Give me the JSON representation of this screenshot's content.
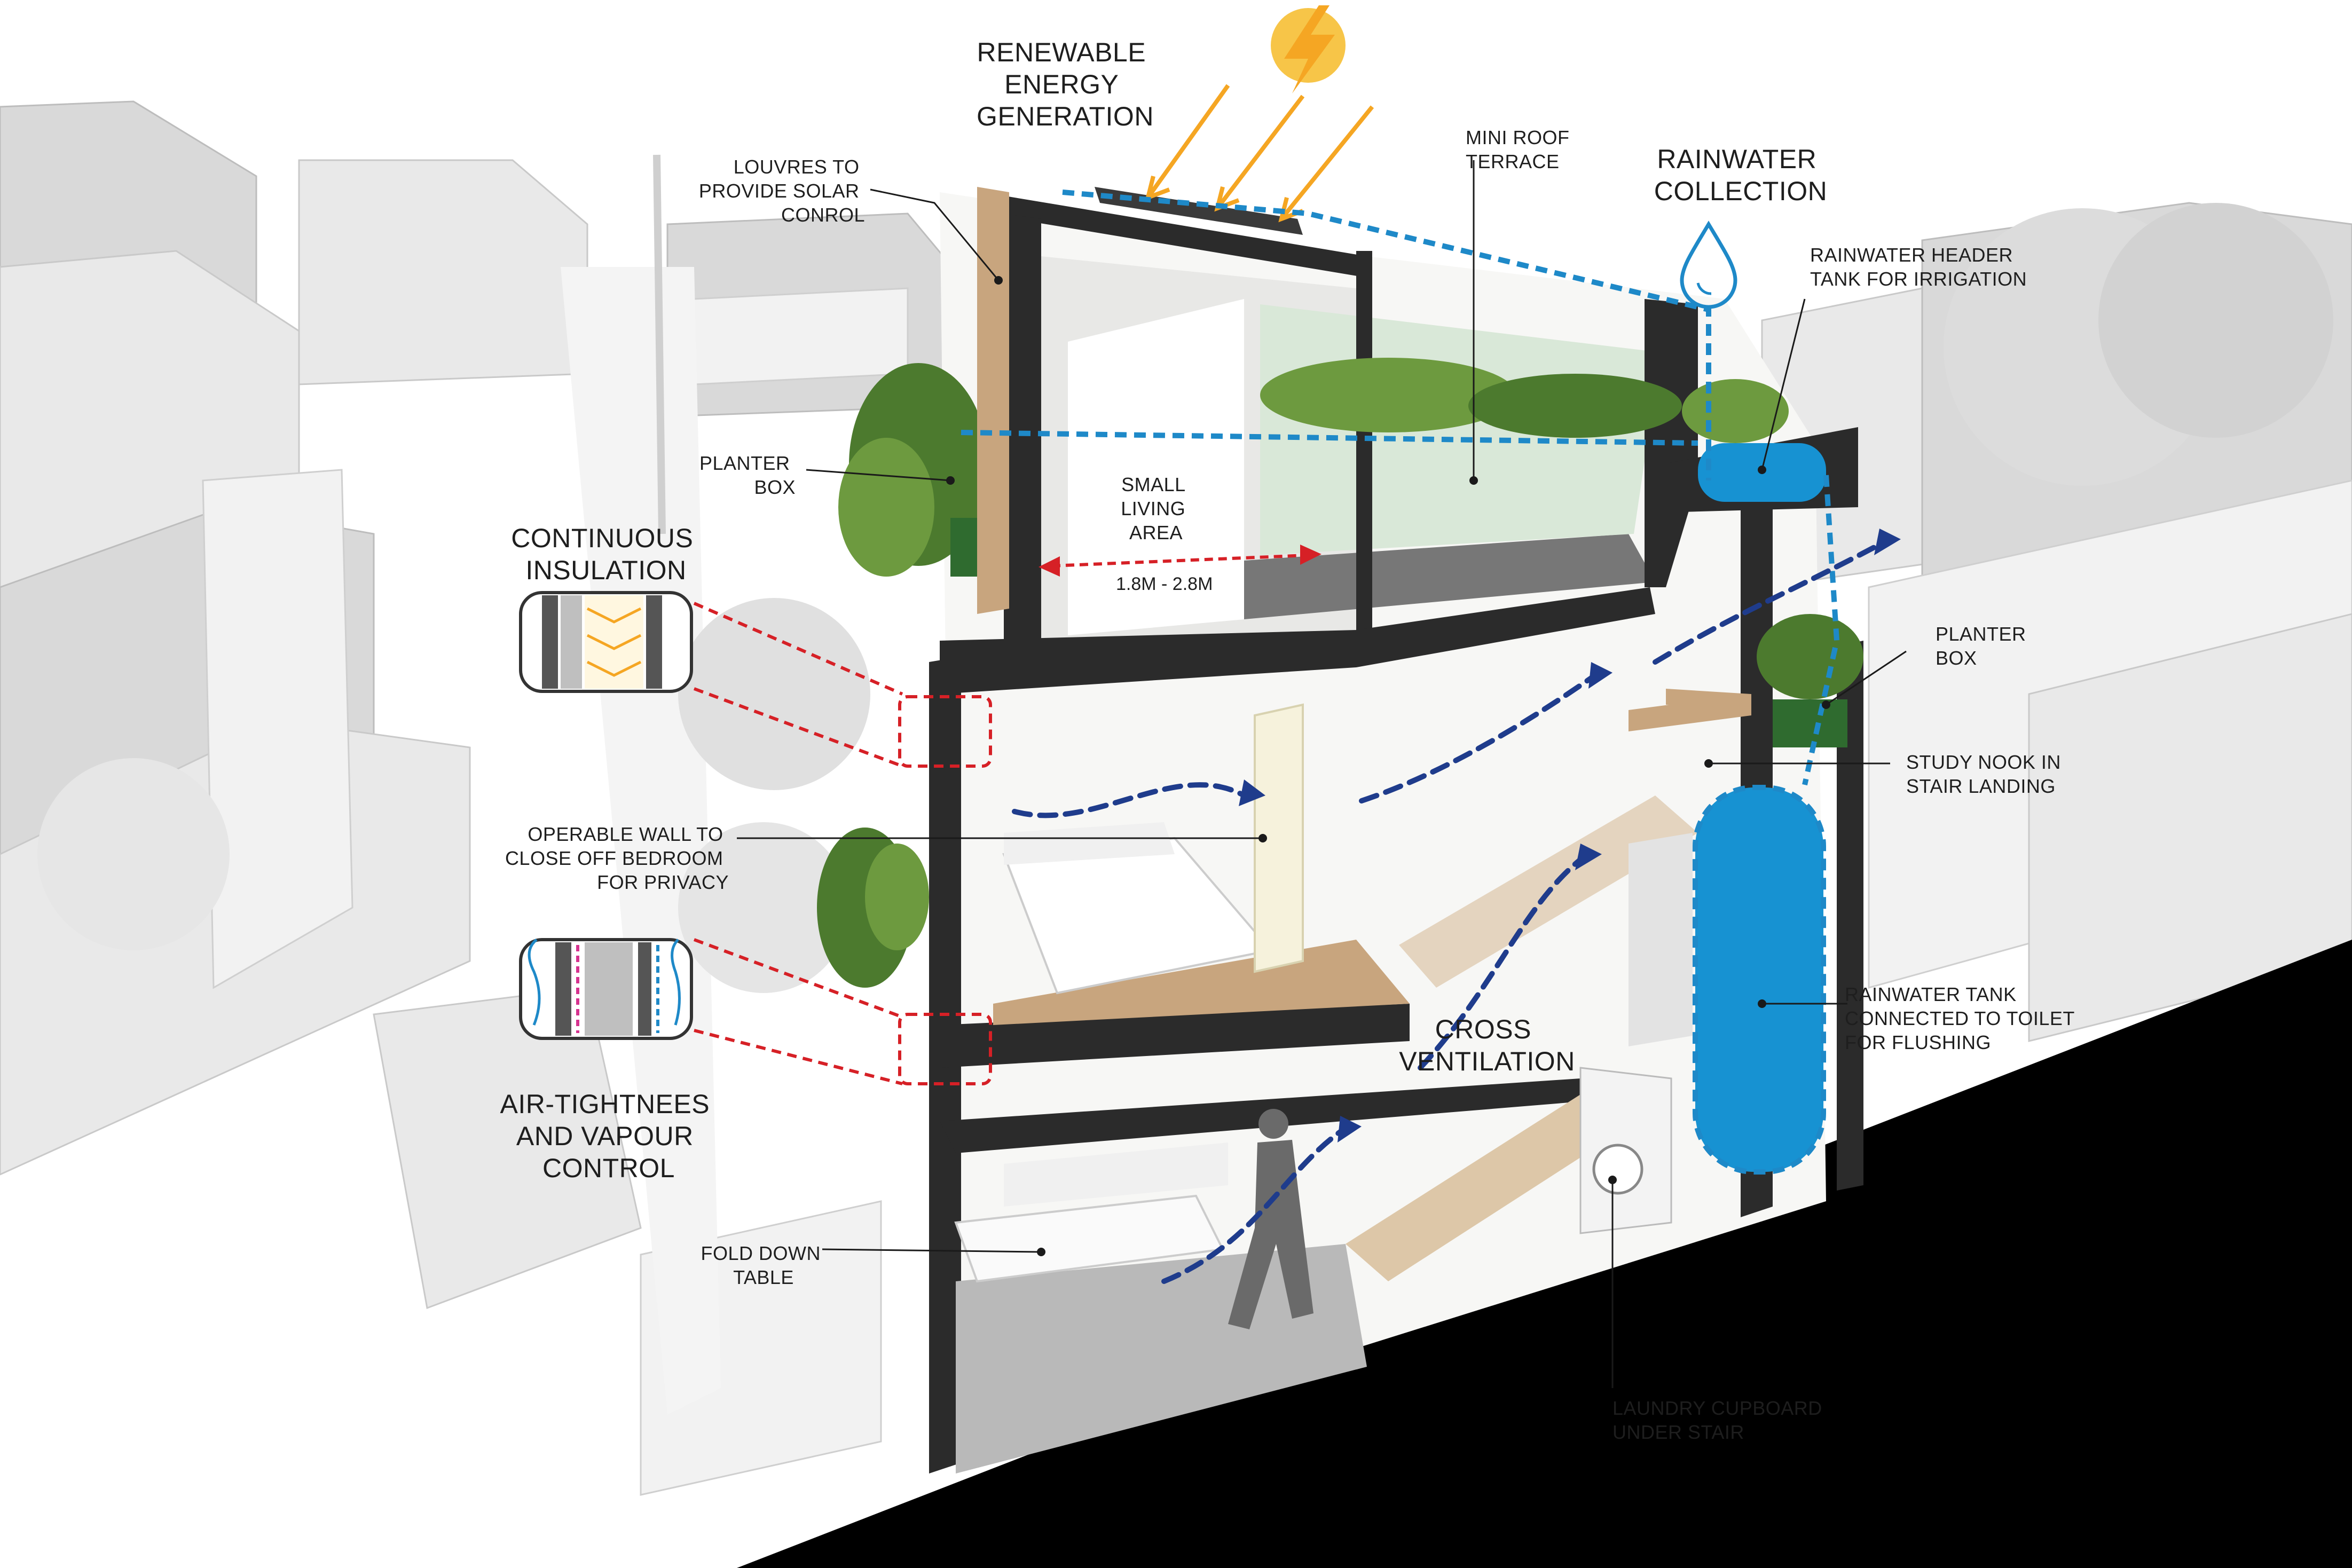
{
  "labels": {
    "renewable_energy": [
      "RENEWABLE",
      "ENERGY",
      "GENERATION"
    ],
    "louvres": [
      "LOUVRES TO",
      "PROVIDE SOLAR",
      "CONROL"
    ],
    "mini_roof_terrace": [
      "MINI ROOF",
      "TERRACE"
    ],
    "rainwater_collection": [
      "RAINWATER",
      "COLLECTION"
    ],
    "rainwater_header_tank": [
      "RAINWATER HEADER",
      "TANK FOR IRRIGATION"
    ],
    "planter_box_left": [
      "PLANTER",
      "BOX"
    ],
    "small_living_area": [
      "SMALL",
      "LIVING",
      "AREA"
    ],
    "dimension": "1.8M - 2.8M",
    "continuous_insulation": [
      "CONTINUOUS",
      "INSULATION"
    ],
    "planter_box_right": [
      "PLANTER",
      "BOX"
    ],
    "study_nook": [
      "STUDY NOOK IN",
      "STAIR LANDING"
    ],
    "operable_wall": [
      "OPERABLE WALL TO",
      "CLOSE OFF BEDROOM",
      "FOR PRIVACY"
    ],
    "air_tightness": [
      "AIR-TIGHTNEES",
      "AND VAPOUR",
      "CONTROL"
    ],
    "cross_ventilation": [
      "CROSS",
      "VENTILATION"
    ],
    "rainwater_tank": [
      "RAINWATER TANK",
      "CONNECTED TO TOILET",
      "FOR FLUSHING"
    ],
    "fold_down_table": [
      "FOLD DOWN",
      "TABLE"
    ],
    "laundry_cupboard": [
      "LAUNDRY CUPBOARD",
      "UNDER STAIR"
    ]
  },
  "icons": {
    "sun": "lightning-sun-icon",
    "water_drop": "water-drop-icon",
    "insulation_detail": "insulation-detail-icon",
    "airtight_detail": "airtightness-detail-icon"
  },
  "colors": {
    "accent_red": "#d62026",
    "accent_blue": "#1e89c8",
    "airflow": "#1f3c8c",
    "sun": "#f5a623",
    "wall": "#2b2b2b",
    "water": "#1792d2",
    "plant": "#4c7a2e"
  }
}
